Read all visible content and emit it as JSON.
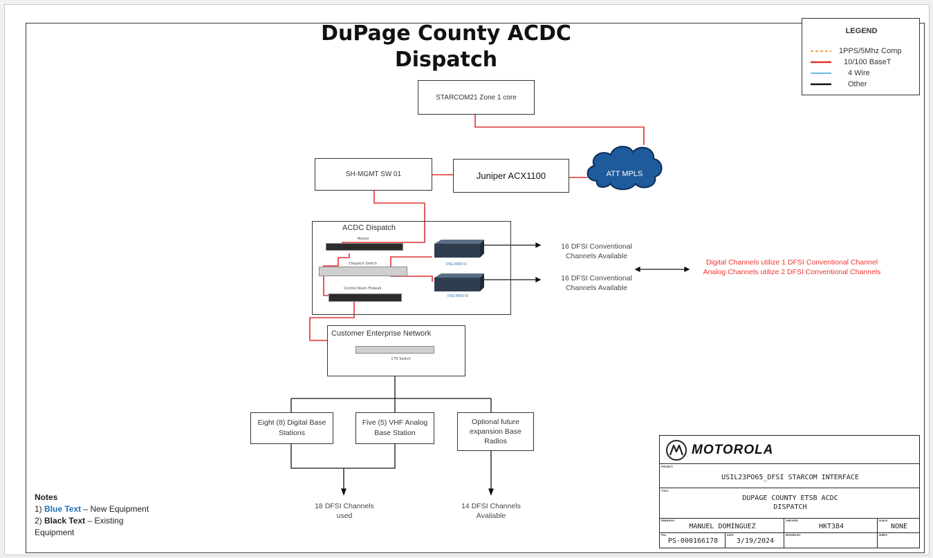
{
  "title_line1": "DuPage County ACDC",
  "title_line2": "Dispatch",
  "legend": {
    "heading": "LEGEND",
    "items": [
      {
        "label": "1PPS/5Mhz Comp",
        "color": "#f0a040",
        "style": "dashed"
      },
      {
        "label": "10/100 BaseT",
        "color": "#e03030",
        "style": "solid"
      },
      {
        "label": "4 Wire",
        "color": "#3aa0d8",
        "style": "solid"
      },
      {
        "label": "Other",
        "color": "#111111",
        "style": "solid"
      }
    ]
  },
  "nodes": {
    "starcom": "STARCOM21 Zone 1 core",
    "cloud": "ATT MPLS",
    "mgmt": "SH-MGMT SW 01",
    "juniper": "Juniper ACX1100",
    "acdc": "ACDC Dispatch",
    "router": "Router",
    "dispatch_switch": "Dispatch Switch",
    "firewall": "Control Room Firewall",
    "dsg1": "DSG 8000 #1",
    "dsg2": "DSG 8000 #2",
    "cen": "Customer Enterprise Network",
    "cts": "CTS Switch",
    "digital": "Eight (8) Digital Base Stations",
    "vhf": "Five (5) VHF Analog Base Station",
    "optional": "Optional future expansion Base Radios"
  },
  "channels": {
    "dfsi1": "16 DFSI Conventional Channels Available",
    "dfsi2": "16 DFSI Conventional Channels Available",
    "used": "18 DFSI Channels used",
    "available": "14 DFSI Channels Available"
  },
  "red_note": {
    "line1": "Digital Channels utilize 1 DFSI Conventional Channel",
    "line2": "Analog Channels utilize 2 DFSI Conventional Channels"
  },
  "notes": {
    "heading": "Notes",
    "n1_prefix": "1) ",
    "n1_bold": "Blue Text",
    "n1_rest": " – New Equipment",
    "n2_prefix": "2) ",
    "n2_bold": "Black Text",
    "n2_rest": " – Existing",
    "n2_cont": "Equipment"
  },
  "title_block": {
    "brand": "MOTOROLA",
    "project": "USIL23PO65_DFSI STARCOM INTERFACE",
    "drawing_title_1": "DUPAGE COUNTY ETSB ACDC",
    "drawing_title_2": "DISPATCH",
    "drawn_by": "MANUEL DOMINGUEZ",
    "checked": "HKT384",
    "scale": "NONE",
    "doc_no": "PS-000166178",
    "date": "3/19/2024",
    "lbl_project": "PROJECT:",
    "lbl_title": "TITLE:",
    "lbl_drawn": "DRAWN BY:",
    "lbl_chk": "CHECKED:",
    "lbl_scale": "SCALE:",
    "lbl_ps": "PS#:",
    "lbl_date": "DATE:",
    "lbl_rev": "REVISED BY:",
    "lbl_sheet": "SHEET:"
  },
  "colors": {
    "red_link": "#e03030",
    "black_link": "#111111",
    "blue_text": "#1e6fb8",
    "cloud_fill": "#1e5a9c"
  }
}
